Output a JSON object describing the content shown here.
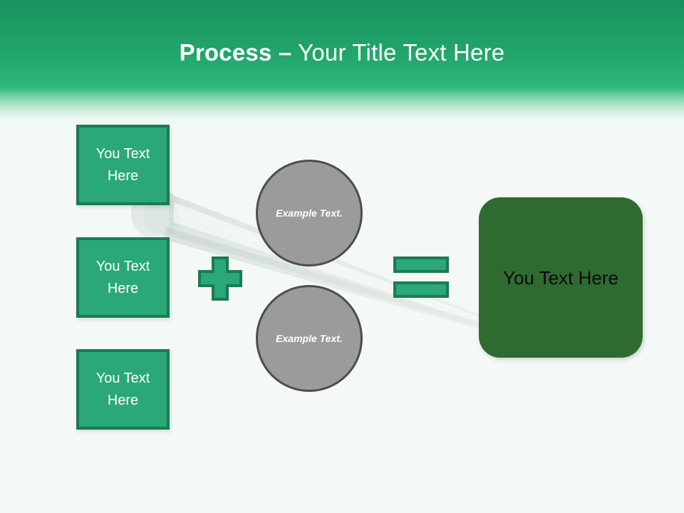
{
  "slide": {
    "title": {
      "bold_part": "Process –",
      "light_part": " Your Title Text Here"
    },
    "colors": {
      "background": "#f4f9f7",
      "header_top": "#18925f",
      "header_mid": "#2dba7c",
      "box_fill": "#2aa877",
      "box_border": "#1c7a52",
      "circle_fill": "#9b9b9b",
      "circle_border": "#4d4d4d",
      "result_fill": "#2f6b30",
      "result_text": "#0a0a0a",
      "title_text": "#ffffff"
    }
  },
  "source_boxes": [
    {
      "label": "You Text Here"
    },
    {
      "label": "You Text Here"
    },
    {
      "label": "You Text Here"
    }
  ],
  "operators": {
    "plus": "plus-sign",
    "equals": "equals-sign"
  },
  "mid_circles": [
    {
      "label": "Example Text."
    },
    {
      "label": "Example Text."
    }
  ],
  "result": {
    "label": "You Text Here"
  }
}
